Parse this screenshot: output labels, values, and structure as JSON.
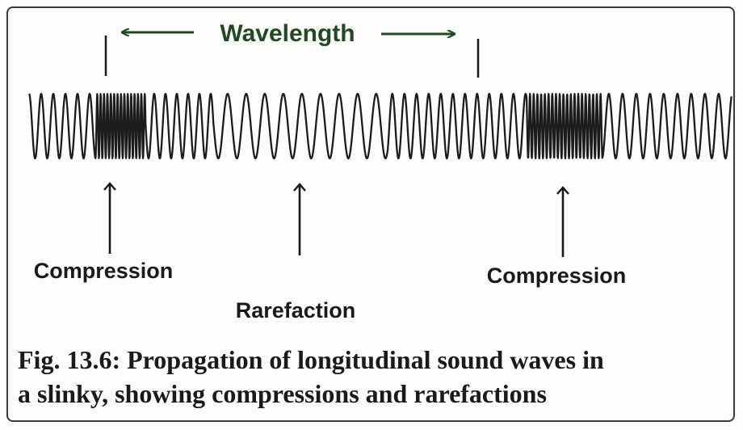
{
  "figure": {
    "wavelength_label": "Wavelength",
    "labels": {
      "compression_left": "Compression",
      "rarefaction": "Rarefaction",
      "compression_right": "Compression"
    },
    "caption": {
      "line1": "Fig. 13.6: Propagation of longitudinal sound waves in",
      "line2": "a slinky, showing compressions and rarefactions"
    },
    "colors": {
      "wavelength_accent": "#1f4a22",
      "ink": "#1a1a1a"
    }
  }
}
